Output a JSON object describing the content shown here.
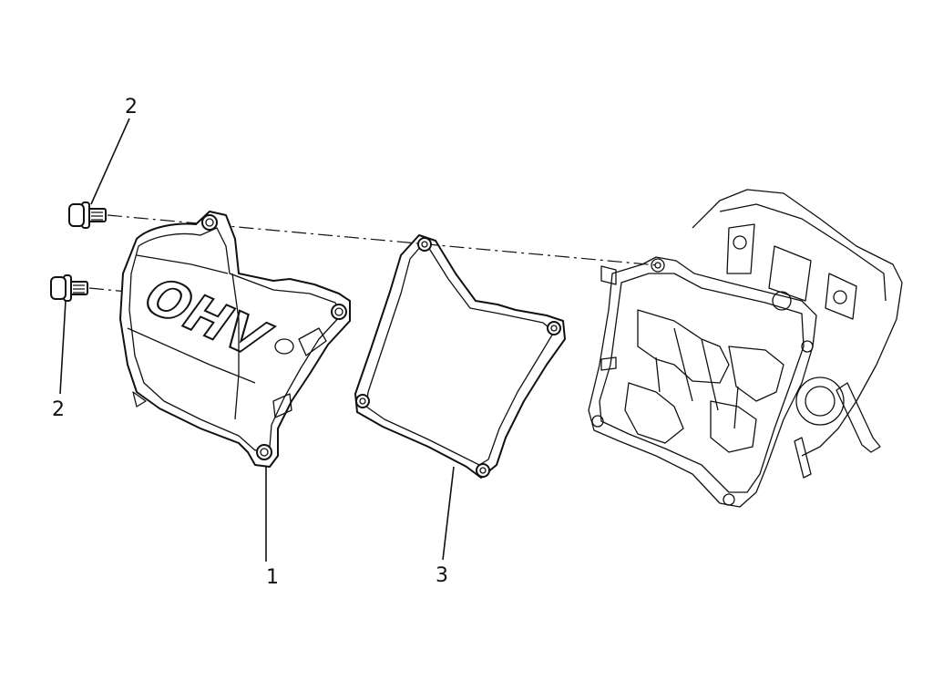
{
  "callouts": {
    "cover": "1",
    "bolt_top": "2",
    "bolt_bottom": "2",
    "gasket": "3"
  },
  "cover_embossing": "OHV"
}
